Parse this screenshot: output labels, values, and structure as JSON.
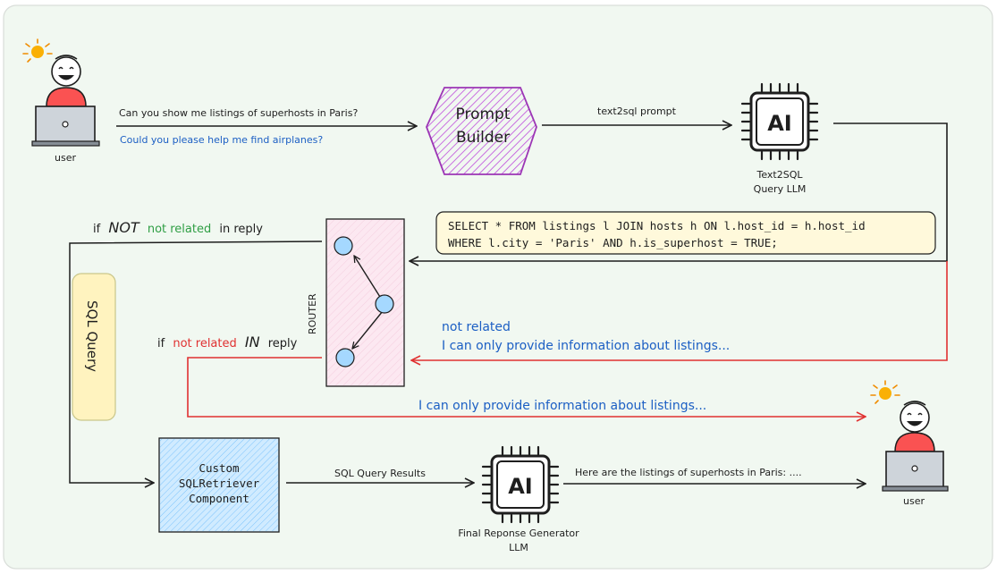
{
  "user_top": {
    "label": "user"
  },
  "user_bottom": {
    "label": "user"
  },
  "query_main": "Can you show me listings of superhosts in Paris?",
  "query_alt": "Could you please help me find airplanes?",
  "prompt_builder": {
    "line1": "Prompt",
    "line2": "Builder"
  },
  "arrow_label_text2sql": "text2sql prompt",
  "ai_chip_label": "AI",
  "text2sql_llm": {
    "line1": "Text2SQL",
    "line2": "Query LLM"
  },
  "sql_code": {
    "line1": "SELECT * FROM listings l JOIN hosts h ON l.host_id = h.host_id",
    "line2": "WHERE l.city = 'Paris' AND h.is_superhost = TRUE;"
  },
  "router_label": "ROUTER",
  "if_not_related": {
    "prefix": "if",
    "emph": "NOT",
    "related": "not related",
    "suffix": "in reply"
  },
  "if_related_in": {
    "prefix": "if",
    "related": "not related",
    "emph": "IN",
    "suffix": "reply"
  },
  "not_related_response": {
    "line1": "not related",
    "line2": "I can only provide information about listings..."
  },
  "final_reply_text": "I can only provide information about listings...",
  "sql_query_note": "SQL Query",
  "retriever": {
    "line1": "Custom",
    "line2": "SQLRetriever",
    "line3": "Component"
  },
  "sql_results_label": "SQL Query Results",
  "final_llm": {
    "line1": "Final Reponse Generator",
    "line2": "LLM"
  },
  "final_answer": "Here are the listings of superhosts in Paris: ....",
  "colors": {
    "background": "#f1f8f1",
    "accent_blue": "#1c5fc4",
    "accent_red": "#e03131",
    "accent_green": "#2f9e44",
    "prompt_builder_stroke": "#9c36b5",
    "router_fill": "#fce8f1",
    "router_node": "#a5d8ff",
    "code_fill": "#fff9db",
    "retriever_fill": "#d0ebff",
    "user_shirt": "#fa5252",
    "sun": "#fab005"
  }
}
